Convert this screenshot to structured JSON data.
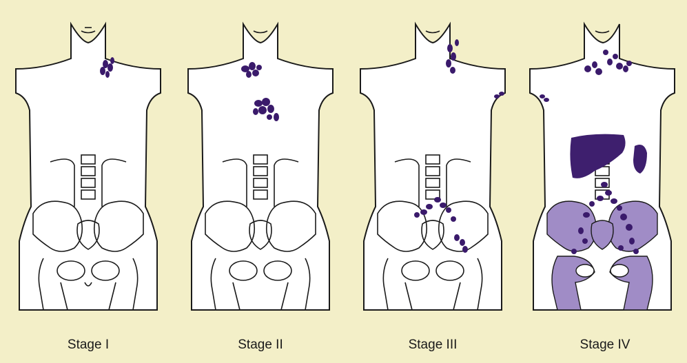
{
  "stages": [
    {
      "label": "Stage I"
    },
    {
      "label": "Stage II"
    },
    {
      "label": "Stage III"
    },
    {
      "label": "Stage IV"
    }
  ],
  "colors": {
    "background": "#f3efc8",
    "body_fill": "#ffffff",
    "outline": "#1a1a1a",
    "lymph_node": "#3a1a6b",
    "organ": "#3e1f6e",
    "bone_marrow": "#a08cc6"
  }
}
